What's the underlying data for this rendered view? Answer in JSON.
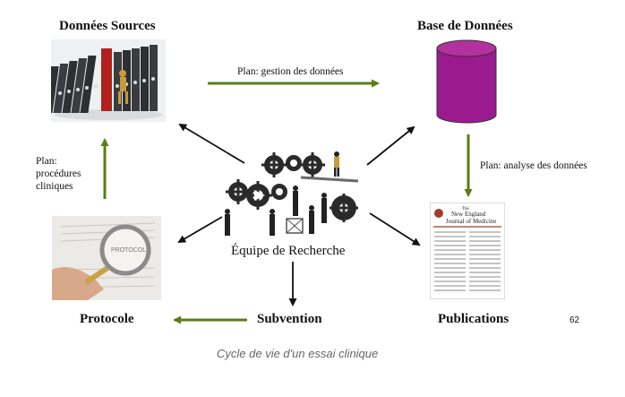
{
  "nodes": {
    "donnees_sources": "Données Sources",
    "base_de_donnees": "Base de Données",
    "protocole": "Protocole",
    "subvention": "Subvention",
    "publications": "Publications",
    "equipe": "Équipe de Recherche"
  },
  "edges": {
    "gestion": "Plan: gestion des données",
    "analyse": "Plan: analyse des données",
    "procedures": [
      "Plan:",
      "procédures",
      "cliniques"
    ]
  },
  "journal": {
    "line1": "The",
    "line2": "New England",
    "line3": "Journal of Medicine"
  },
  "protocol_card": "PROTOCOL",
  "page_number": "62",
  "caption": "Cycle de vie d'un essai clinique",
  "colors": {
    "green_arrow": "#5a7d16",
    "black_arrow": "#111111",
    "database": "#9b1b8e",
    "binder_red": "#b0211c"
  }
}
